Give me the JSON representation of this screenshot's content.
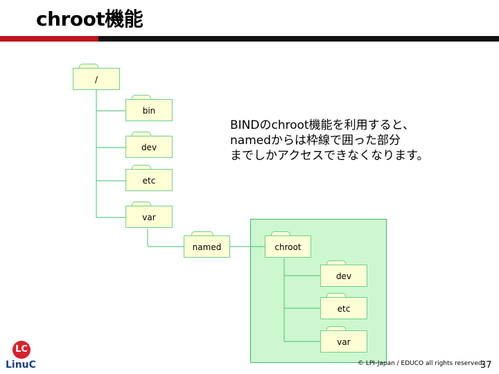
{
  "slide": {
    "title": "chroot機能",
    "page_number": "37",
    "copyright": "© LPI-Japan / EDUCO all rights reserved.",
    "logo_mark": "LC",
    "logo_text": "LinuC",
    "accent_color": "#c0141c"
  },
  "description": {
    "line1": "BINDのchroot機能を利用すると、",
    "line2": "namedからは枠線で囲った部分",
    "line3": "までしかアクセスできなくなります。"
  },
  "tree": {
    "root": "/",
    "bin": "bin",
    "dev": "dev",
    "etc": "etc",
    "var": "var",
    "named": "named",
    "chroot": "chroot",
    "chroot_dev": "dev",
    "chroot_etc": "etc",
    "chroot_var": "var"
  }
}
